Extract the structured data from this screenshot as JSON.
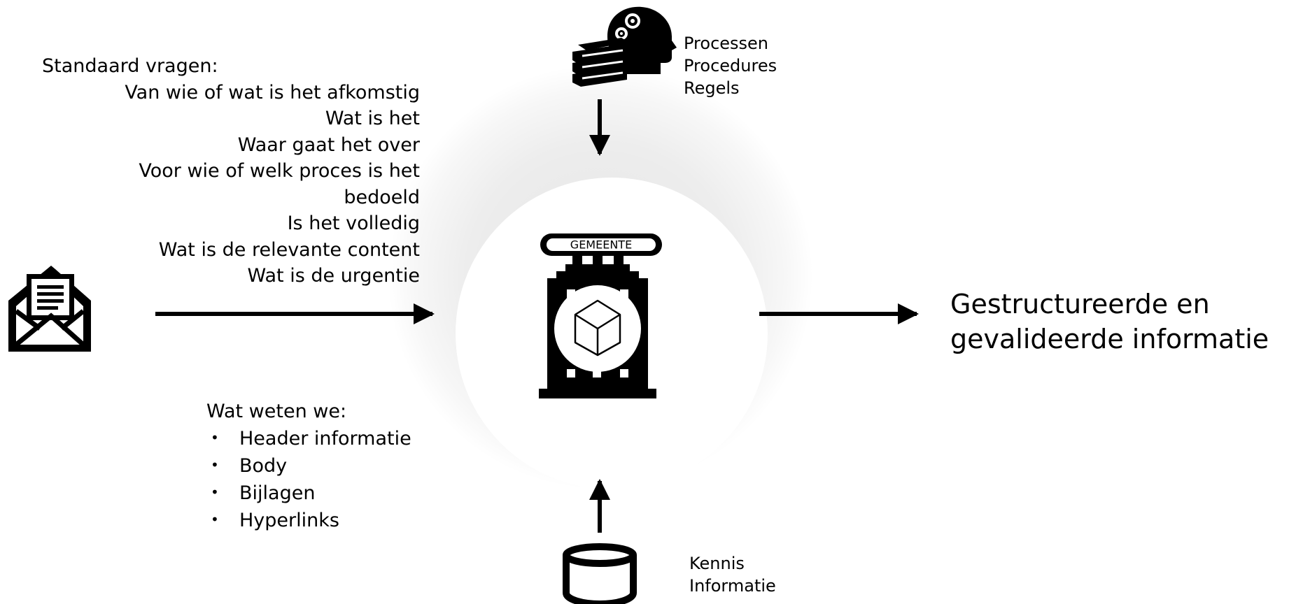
{
  "standard_questions": {
    "title": "Standaard vragen:",
    "items": [
      "Van wie of wat is het afkomstig",
      "Wat is het",
      "Waar gaat het over",
      "Voor wie of welk proces is het",
      "bedoeld",
      "Is het volledig",
      "Wat is de relevante content",
      "Wat is de urgentie"
    ]
  },
  "known": {
    "title": "Wat weten we:",
    "items": [
      "Header informatie",
      "Body",
      "Bijlagen",
      "Hyperlinks"
    ]
  },
  "processes": {
    "lines": [
      "Processen",
      "Procedures",
      "Regels"
    ]
  },
  "knowledge": {
    "lines": [
      "Kennis",
      "Informatie"
    ]
  },
  "building": {
    "label": "GEMEENTE"
  },
  "output": {
    "lines": [
      "Gestructureerde en",
      "gevalideerde informatie"
    ]
  },
  "icons": {
    "input": "envelope-document-icon",
    "processes": "head-gears-books-icon",
    "center": "municipality-building-icon",
    "knowledge": "database-cylinder-icon"
  },
  "colors": {
    "foreground": "#000000",
    "background": "#ffffff"
  }
}
